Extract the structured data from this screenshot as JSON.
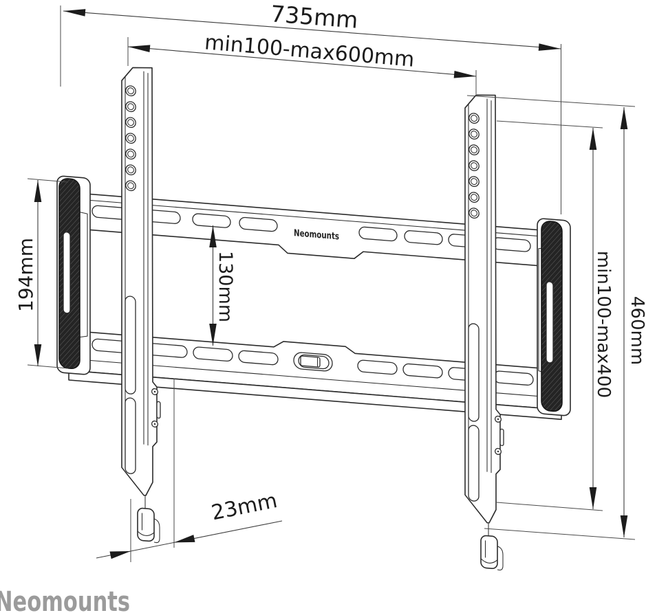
{
  "figure": {
    "type": "technical-dimensional-drawing",
    "subject": "flat TV wall mount with two VESA brackets and wall rail"
  },
  "brand": {
    "plate_logo": "Neomounts",
    "watermark": "Neomounts"
  },
  "dims": {
    "total_width": "735mm",
    "vesa_width_range": "min100-max600mm",
    "endcap_height": "194mm",
    "rail_row_spacing": "130mm",
    "vesa_height_range": "min100-max400",
    "bracket_total_height": "460mm",
    "wall_distance": "23mm"
  },
  "colors": {
    "line": "#2b2b2b",
    "dimension_line": "#3b3b3b",
    "arrow": "#1c1c1c",
    "end_cap": "#242424",
    "end_cap_hatch": "#5a5a5a",
    "watermark": "#9b9b9b",
    "background": "#ffffff"
  }
}
